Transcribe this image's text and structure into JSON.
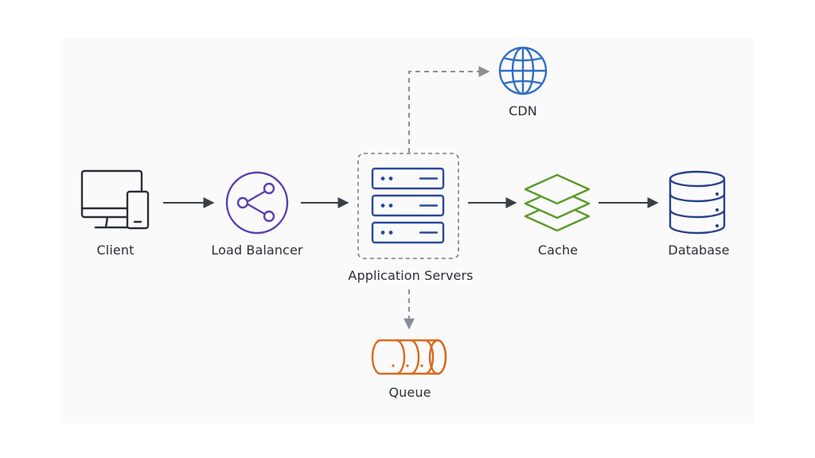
{
  "colors": {
    "ink": "#2b2f36",
    "arrow": "#3a3f47",
    "dashed": "#8a8f97",
    "client": "#2b2f36",
    "load_balancer": "#5b3fb0",
    "app_servers": "#2a4a9a",
    "cdn": "#2f6fc4",
    "cache": "#5a9a2a",
    "database": "#26428b",
    "queue": "#d9691e"
  },
  "nodes": {
    "client": {
      "label": "Client",
      "icon": "monitor-and-phone-icon"
    },
    "load_balancer": {
      "label": "Load Balancer",
      "icon": "share-icon"
    },
    "app_servers": {
      "label": "Application Servers",
      "icon": "server-rack-icon"
    },
    "cdn": {
      "label": "CDN",
      "icon": "globe-icon"
    },
    "cache": {
      "label": "Cache",
      "icon": "layers-icon"
    },
    "database": {
      "label": "Database",
      "icon": "database-icon"
    },
    "queue": {
      "label": "Queue",
      "icon": "queue-cylinder-icon"
    }
  },
  "edges": [
    {
      "from": "client",
      "to": "load_balancer",
      "style": "solid"
    },
    {
      "from": "load_balancer",
      "to": "app_servers",
      "style": "solid"
    },
    {
      "from": "app_servers",
      "to": "cache",
      "style": "solid"
    },
    {
      "from": "cache",
      "to": "database",
      "style": "solid"
    },
    {
      "from": "app_servers",
      "to": "cdn",
      "style": "dashed"
    },
    {
      "from": "app_servers",
      "to": "queue",
      "style": "dashed"
    }
  ]
}
